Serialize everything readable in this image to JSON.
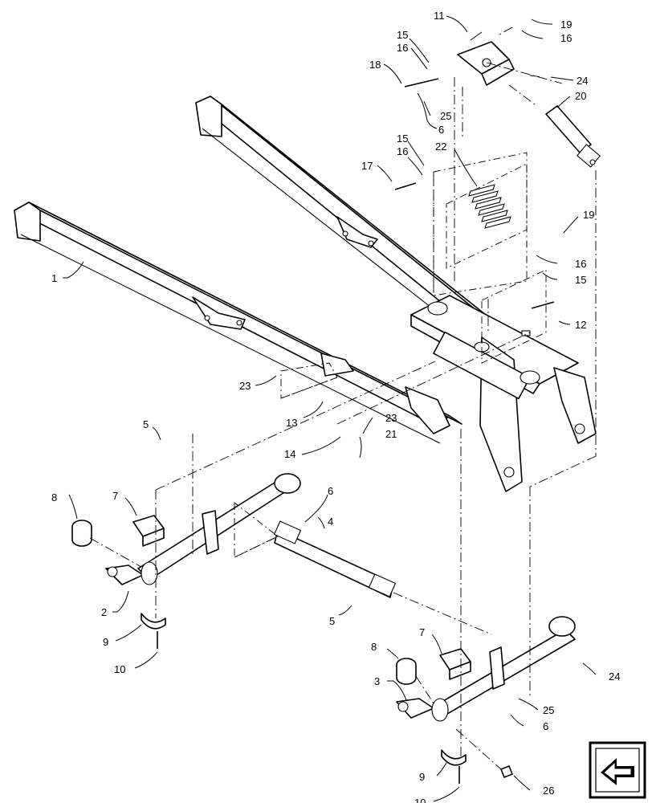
{
  "callouts": [
    {
      "id": "c1",
      "text": "1"
    },
    {
      "id": "c2",
      "text": "2"
    },
    {
      "id": "c3",
      "text": "3"
    },
    {
      "id": "c4",
      "text": "4"
    },
    {
      "id": "c5a",
      "text": "5"
    },
    {
      "id": "c5b",
      "text": "5"
    },
    {
      "id": "c6a",
      "text": "6"
    },
    {
      "id": "c6b",
      "text": "6"
    },
    {
      "id": "c6c",
      "text": "6"
    },
    {
      "id": "c7a",
      "text": "7"
    },
    {
      "id": "c7b",
      "text": "7"
    },
    {
      "id": "c8a",
      "text": "8"
    },
    {
      "id": "c8b",
      "text": "8"
    },
    {
      "id": "c9a",
      "text": "9"
    },
    {
      "id": "c9b",
      "text": "9"
    },
    {
      "id": "c10a",
      "text": "10"
    },
    {
      "id": "c10b",
      "text": "10"
    },
    {
      "id": "c11",
      "text": "11"
    },
    {
      "id": "c12",
      "text": "12"
    },
    {
      "id": "c13",
      "text": "13"
    },
    {
      "id": "c14",
      "text": "14"
    },
    {
      "id": "c15a",
      "text": "15"
    },
    {
      "id": "c15b",
      "text": "15"
    },
    {
      "id": "c15c",
      "text": "15"
    },
    {
      "id": "c16a",
      "text": "16"
    },
    {
      "id": "c16b",
      "text": "16"
    },
    {
      "id": "c16c",
      "text": "16"
    },
    {
      "id": "c16d",
      "text": "16"
    },
    {
      "id": "c17",
      "text": "17"
    },
    {
      "id": "c18",
      "text": "18"
    },
    {
      "id": "c19a",
      "text": "19"
    },
    {
      "id": "c19b",
      "text": "19"
    },
    {
      "id": "c20",
      "text": "20"
    },
    {
      "id": "c21",
      "text": "21"
    },
    {
      "id": "c22",
      "text": "22"
    },
    {
      "id": "c23a",
      "text": "23"
    },
    {
      "id": "c23b",
      "text": "23"
    },
    {
      "id": "c24a",
      "text": "24"
    },
    {
      "id": "c24b",
      "text": "24"
    },
    {
      "id": "c25a",
      "text": "25"
    },
    {
      "id": "c25b",
      "text": "25"
    },
    {
      "id": "c26",
      "text": "26"
    }
  ],
  "nav_icon": {
    "name": "previous-page-arrow-icon"
  }
}
